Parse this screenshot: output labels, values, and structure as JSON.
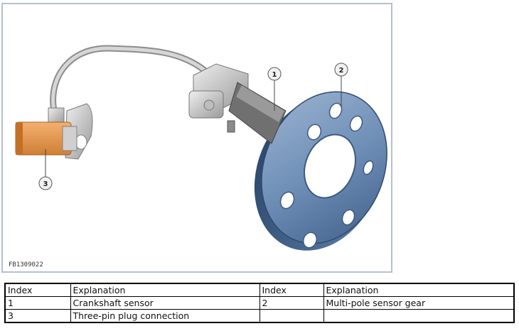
{
  "figure": {
    "id_label": "FB1309022",
    "callouts": [
      "1",
      "2",
      "3"
    ]
  },
  "legend_table": {
    "headers": [
      "Index",
      "Explanation",
      "Index",
      "Explanation"
    ],
    "rows": [
      [
        "1",
        "Crankshaft sensor",
        "2",
        "Multi-pole sensor gear"
      ],
      [
        "3",
        "Three-pin plug connection",
        "",
        ""
      ]
    ]
  },
  "colors": {
    "frame_border": "#b3c0d1",
    "gear_blue": "#5f7fa6",
    "plug_orange": "#e59a4e",
    "sensor_grey": "#c9c9c9"
  }
}
